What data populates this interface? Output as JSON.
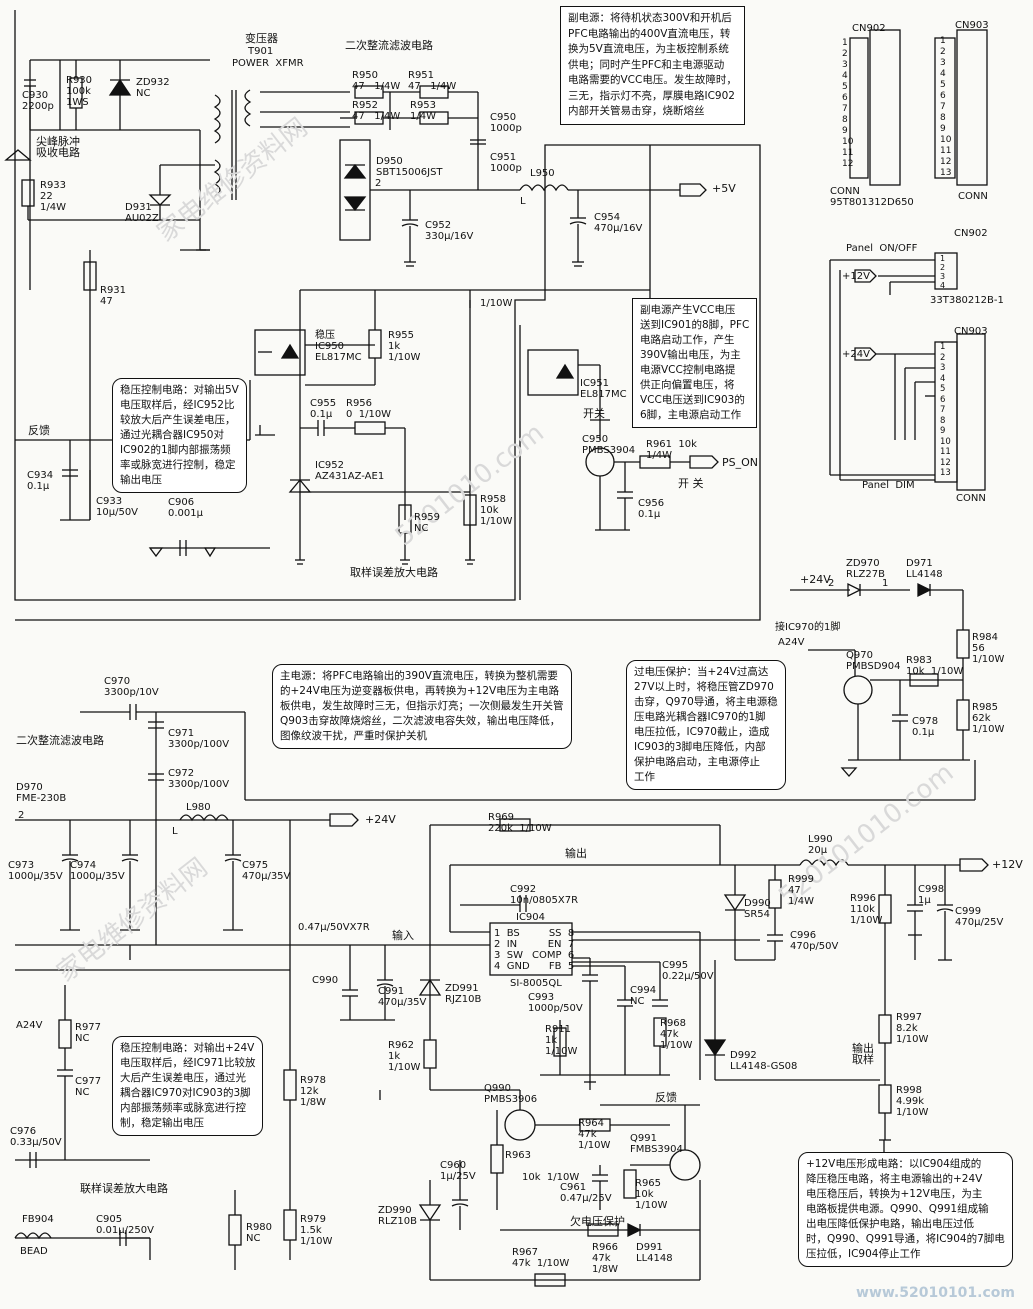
{
  "labels": {
    "transformer_title": "变压器",
    "t901": "T901",
    "power_xfmr": "POWER  XFMR",
    "sec_rect_title": "二次整流滤波电路",
    "c930": "C930\n2200p",
    "r930": "R930\n100k\n1WS",
    "zd932": "ZD932\nNC",
    "spike_absorb": "尖峰脉冲\n吸收电路",
    "r933": "R933\n22\n1/4W",
    "d931": "D931\nAU02Z",
    "r931": "R931\n47",
    "r950": "R950\n47   1/4W",
    "r951": "R951\n47   1/4W",
    "r952": "R952\n47   1/4W",
    "r953": "R953\n1/4W",
    "c950a": "C950\n1000p",
    "c951": "C951\n1000p",
    "d950": "D950\nSBT15006JST",
    "l950": "L950",
    "l950_l": "L",
    "out5v": "+5V",
    "c952": "C952\n330μ/16V",
    "c954": "C954\n470μ/16V",
    "ic950": "稳压\nIC950\nEL817MC",
    "r955": "R955\n1k\n1/10W",
    "c955": "C955\n0.1μ",
    "r956": "R956\n0  1/10W",
    "ic952": "IC952\nAZ431AZ-AE1",
    "r959": "R959\nNC",
    "r958": "R958\n10k\n1/10W",
    "feedback1": "反馈",
    "c934": "C934\n0.1μ",
    "c933": "C933\n10μ/50V",
    "c906": "C906\n0.001μ",
    "sample_amp": "取样误差放大电路",
    "ic951": "IC951\nEL817MC",
    "sw1": "开关",
    "q950": "C950\nPMBS3904",
    "r961": "R961  10k\n1/4W",
    "ps_on": "PS_ON",
    "sw2": "开 关",
    "c956": "C956\n0.1μ",
    "r1_10w": "1/10W",
    "cn902_top": "CN902",
    "cn903_top": "CN903",
    "conn1": "CONN\n95T801312D650",
    "conn2": "CONN",
    "cn902b": "CN902",
    "panel_onoff": "Panel  ON/OFF",
    "p12v": "+12V",
    "part_no": "33T380212B-1",
    "cn903b": "CN903",
    "p24v_top": "+24V",
    "panel_dim": "Panel  DIM",
    "conn3": "CONN",
    "zd970": "ZD970\nRLZ27B",
    "d971": "D971\nLL4148",
    "p24v_ovp": "+24V",
    "ic970_pin1": "接IC970的1脚",
    "a24v_ovp": "A24V",
    "q970": "Q970\nPMBSD904",
    "r983": "R983\n10k  1/10W",
    "r984": "R984\n56\n1/10W",
    "r985": "R985\n62k\n1/10W",
    "c978": "C978\n0.1μ",
    "c970": "C970\n3300p/10V",
    "sec_rect_2": "二次整流滤波电路",
    "c971": "C971\n3300p/100V",
    "c972": "C972\n3300p/100V",
    "d970": "D970\nFME-230B",
    "l980": "L980",
    "l980_l": "L",
    "out24v": "+24V",
    "c973": "C973\n1000μ/35V",
    "c974": "C974\n1000μ/35V",
    "c975": "C975\n470μ/35V",
    "r969": "R969\n220k  1/10W",
    "out_label": "输出",
    "c992": "C992\n10n/0805X7R",
    "ic904": "IC904",
    "pins_left": "1  BS\n2  IN\n3  SW\n4  GND",
    "pins_right": "SS  8\nEN  7\nCOMP  6\nFB  5",
    "si8005": "SI-8005QL",
    "c990_cap": "0.47μ/50VX7R",
    "in_label": "输入",
    "c990": "C990",
    "c991": "C991\n470μ/35V",
    "zd991": "ZD991\nRJZ10B",
    "c993": "C993\n1000p/50V",
    "c994": "C994\nNC",
    "c995": "C995\n0.22μ/50V",
    "r968": "R968\n47k\n1/10W",
    "r911": "R911\n1k\n1/10W",
    "l990": "L990\n20μ",
    "out12v": "+12V",
    "d990": "D990\nSR54",
    "r999": "R999\n47\n1/4W",
    "c996": "C996\n470p/50V",
    "r996": "R996\n110k\n1/10W",
    "c998": "C998\n1μ",
    "c999": "C999\n470μ/25V",
    "r997": "R997\n8.2k\n1/10W",
    "out_sample": "输出\n取样",
    "r998": "R998\n4.99k\n1/10W",
    "d992": "D992\nLL4148-GS08",
    "feedback2": "反馈",
    "a24v_left": "A24V",
    "r977": "R977\nNC",
    "c977": "C977\nNC",
    "r962": "R962\n1k\n1/10W",
    "q990": "Q990\nPMBS3906",
    "r963": "R963",
    "r964": "R964\n47k\n1/10W",
    "q991": "Q991\nFMBS3904",
    "c960": "C960\n1μ/25V",
    "r_10k": "10k  1/10W",
    "c961": "C961\n0.47μ/25V",
    "r965": "R965\n10k\n1/10W",
    "uvp": "欠电压保护",
    "c976": "C976\n0.33μ/50V",
    "r978": "R978\n12k\n1/8W",
    "sample_amp2": "联样误差放大电路",
    "zd990": "ZD990\nRLZ10B",
    "fb904": "FB904",
    "bead": "BEAD",
    "c905": "C905\n0.01μ/250V",
    "r980": "R980\nNC",
    "r979": "R979\n1.5k\n1/10W",
    "r967": "R967\n47k  1/10W",
    "r966": "R966\n47k\n1/8W",
    "d991": "D991\nLL4148",
    "n2a": "2",
    "n2b": "2",
    "n2c": "2",
    "n1": "1"
  },
  "notes": {
    "aux_power": "副电源：将待机状态300V和开机后\nPFC电路输出的400V直流电压，转\n换为5V直流电压，为主板控制系统\n供电；同时产生PFC和主电源驱动\n电路需要的VCC电压。发生故障时，\n三无，指示灯不亮，厚膜电路IC902\n内部开关管易击穿，烧断熔丝",
    "vcc_power": "副电源产生VCC电压\n送到IC901的8脚，PFC\n电路启动工作，产生\n390V输出电压，为主\n电源VCC控制电路提\n供正向偏置电压，将\nVCC电压送到IC903的\n6脚，主电源启动工作",
    "reg_5v": "稳压控制电路：对输出5V\n电压取样后，经IC952比\n较放大后产生误差电压，\n通过光耦合器IC950对\nIC902的1脚内部振荡频\n率或脉宽进行控制，稳定\n输出电压",
    "main_power": "主电源：将PFC电路输出的390V直流电压，转换为整机需要\n的+24V电压为逆变器板供电，再转换为+12V电压为主电路\n板供电，发生故障时三无，但指示灯亮；一次侧最发生开关管\nQ903击穿故障烧熔丝，二次滤波电容失效，输出电压降低，\n图像纹波干扰，严重时保护关机",
    "ovp": "过电压保护：当+24V过高达\n27V以上时，将稳压管ZD970\n击穿，Q970导通，将主电源稳\n压电路光耦合器IC970的1脚\n电压拉低，IC970截止，造成\nIC903的3脚电压降低，内部\n保护电路启动，主电源停止\n工作",
    "reg_24v": "稳压控制电路：对输出+24V\n电压取样后，经IC971比较放\n大后产生误差电压，通过光\n耦合器IC970对IC903的3脚\n内部振荡频率或脉宽进行控\n制，稳定输出电压",
    "v12_form": "+12V电压形成电路：以IC904组成的\n降压稳压电路，将主电源输出的+24V\n电压稳压后，转换为+12V电压，为主\n电路板提供电源。Q990、Q991组成输\n出电压降低保护电路，输出电压过低\n时，Q990、Q991导通，将IC904的7脚电\n压拉低，IC904停止工作"
  },
  "pins": {
    "cn902": [
      "1",
      "2",
      "3",
      "4",
      "5",
      "6",
      "7",
      "8",
      "9",
      "10",
      "11",
      "12"
    ],
    "cn903": [
      "1",
      "2",
      "3",
      "4",
      "5",
      "6",
      "7",
      "8",
      "9",
      "10",
      "11",
      "12",
      "13"
    ],
    "cn902b": [
      "1",
      "2",
      "3",
      "4"
    ],
    "cn903b": [
      "1",
      "2",
      "3",
      "4",
      "5",
      "6",
      "7",
      "8",
      "9",
      "10",
      "11",
      "12",
      "13"
    ]
  },
  "watermarks": [
    "家电维修资料网",
    "5201010.com",
    "家电维修资料网",
    "520101010.com"
  ],
  "logo": "www.52010101.com"
}
